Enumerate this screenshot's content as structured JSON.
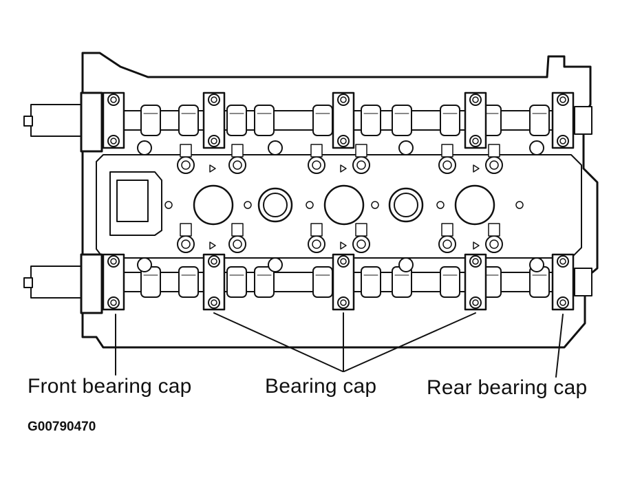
{
  "diagram": {
    "labels": {
      "front_bearing_cap": "Front bearing cap",
      "bearing_cap": "Bearing cap",
      "rear_bearing_cap": "Rear bearing cap"
    },
    "figure_code": "G00790470",
    "colors": {
      "ink": "#111111",
      "paper": "#ffffff"
    }
  }
}
